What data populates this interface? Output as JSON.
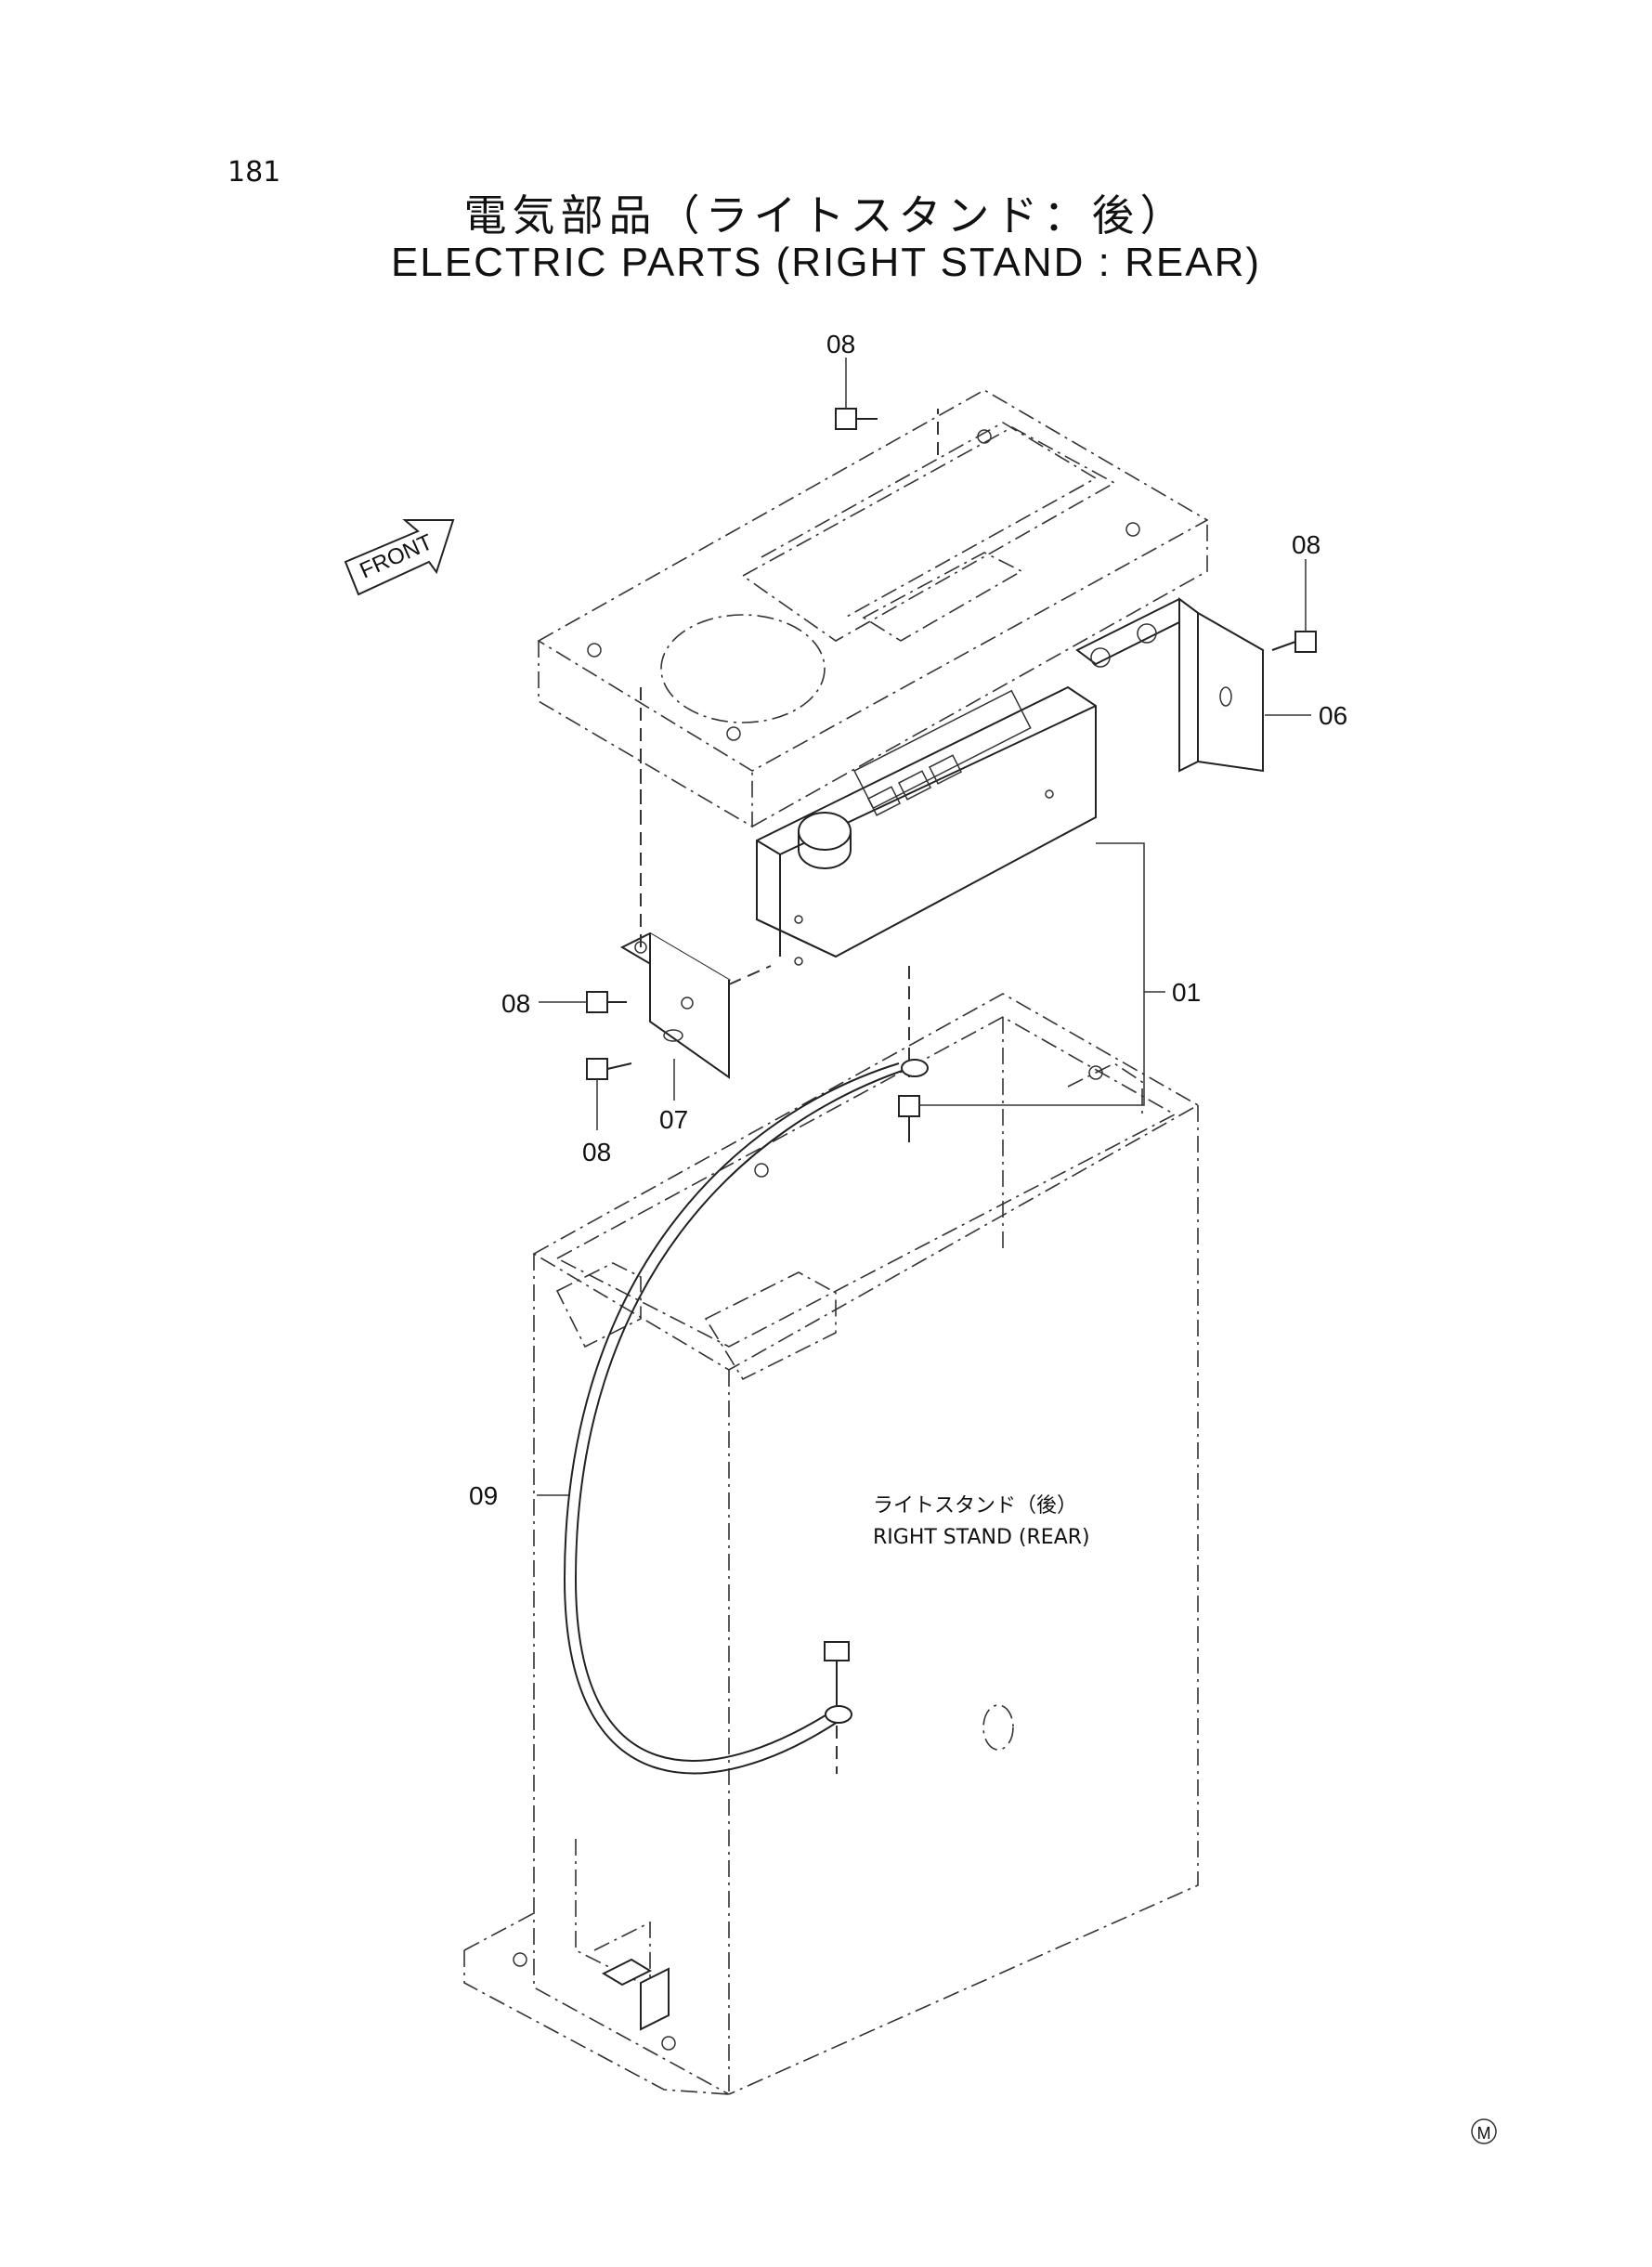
{
  "page_number": "181",
  "title_jp": "電気部品（ライトスタンド：後）",
  "title_en": "ELECTRIC PARTS (RIGHT STAND : REAR)",
  "front_marker": "FRONT",
  "component_label_jp": "ライトスタンド（後）",
  "component_label_en": "RIGHT STAND (REAR)",
  "callouts": {
    "c01": "01",
    "c06": "06",
    "c07": "07",
    "c08_top": "08",
    "c08_right": "08",
    "c08_left": "08",
    "c08_bottom": "08",
    "c09": "09"
  },
  "corner_mark": "M"
}
